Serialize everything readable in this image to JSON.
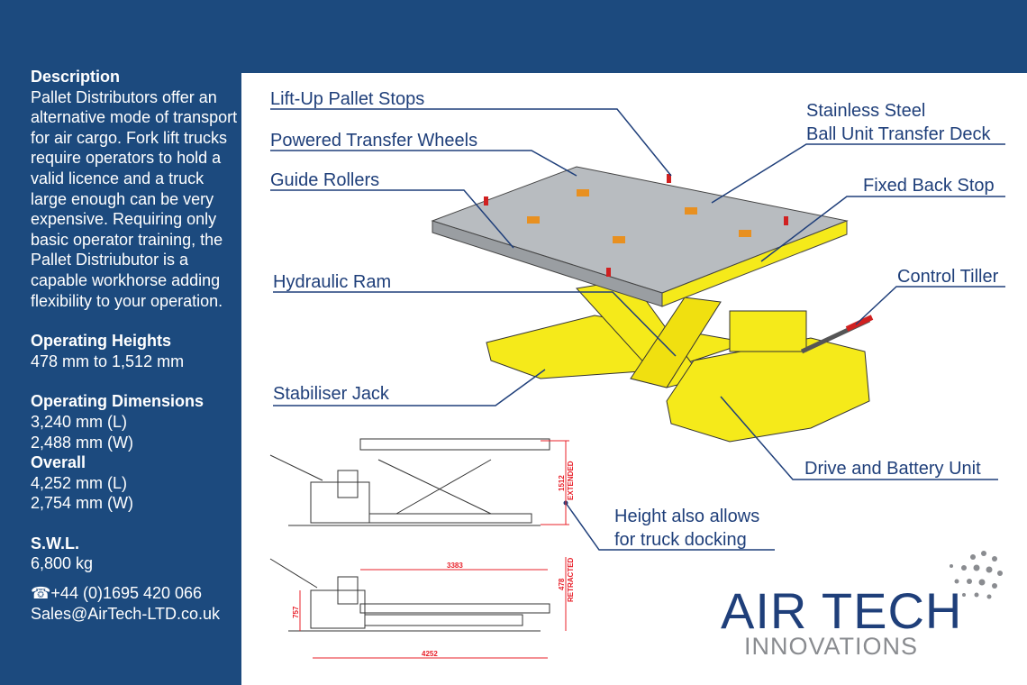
{
  "sidebar": {
    "description_heading": "Description",
    "description_text": "Pallet Distributors offer an alternative mode of transport for air cargo. Fork lift trucks require operators to hold a valid licence and a truck large enough can be very expensive. Requiring only basic operator training, the Pallet Distriubutor is a capable workhorse adding flexibility to your operation.",
    "heights_heading": "Operating Heights",
    "heights_value": "478 mm to 1,512 mm",
    "dims_heading": "Operating Dimensions",
    "dims_l": "3,240 mm (L)",
    "dims_w": "2,488 mm (W)",
    "overall_heading": "Overall",
    "overall_l": "4,252 mm (L)",
    "overall_w": "2,754 mm (W)",
    "swl_heading": "S.W.L.",
    "swl_value": "6,800 kg",
    "phone_icon": "phone-icon",
    "phone": "+44 (0)1695 420 066",
    "email": "Sales@AirTech-LTD.co.uk"
  },
  "callouts": {
    "lift_up": "Lift-Up Pallet Stops",
    "powered": "Powered Transfer Wheels",
    "guide": "Guide Rollers",
    "deck1": "Stainless Steel",
    "deck2": "Ball Unit Transfer Deck",
    "backstop": "Fixed Back Stop",
    "ram": "Hydraulic Ram",
    "tiller": "Control Tiller",
    "jack": "Stabiliser Jack",
    "drive": "Drive and Battery Unit",
    "height1": "Height also allows",
    "height2": "for truck docking"
  },
  "drawing": {
    "extended": "1512",
    "extended_label": "EXTENDED",
    "retracted": "478",
    "retracted_label": "RETRACTED",
    "deck_length": "3383",
    "overall_length": "4252",
    "tiller_height": "757"
  },
  "logo": {
    "line1": "AIR TECH",
    "line2": "INNOVATIONS"
  },
  "colors": {
    "bg": "#1c4a7e",
    "accent": "#1f3f7a",
    "machine": "#f5ea1a",
    "dim": "#e8202a"
  }
}
